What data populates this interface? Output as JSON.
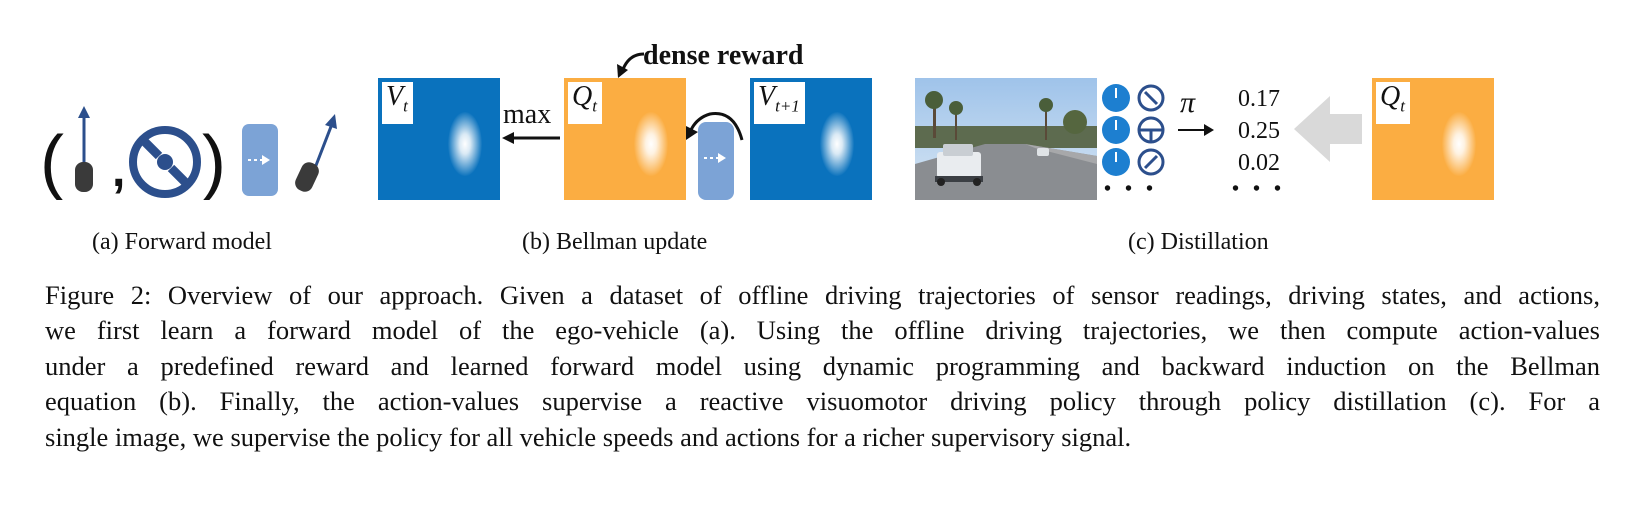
{
  "panels": {
    "a_label": "(a) Forward model",
    "b_label": "(b) Bellman update",
    "c_label": "(c) Distillation"
  },
  "bellman": {
    "dense_reward": "dense reward",
    "max_label": "max",
    "v_t": "V",
    "v_t_sub": "t",
    "q_t": "Q",
    "q_t_sub": "t",
    "v_t1": "V",
    "v_t1_sub": "t+1"
  },
  "distillation": {
    "pi_label": "π",
    "probs": [
      "0.17",
      "0.25",
      "0.02"
    ],
    "q_t": "Q",
    "q_t_sub": "t"
  },
  "colors": {
    "blue_map": "#0a72bd",
    "orange_map": "#fbad42",
    "icon_blue": "#2c4f8c",
    "model_box": "#7ca3d6",
    "arrow_gray": "#d9d9d9"
  },
  "caption": [
    "Figure 2: Overview of our approach. Given a dataset of offline driving trajectories of sensor readings, driving states, and actions,",
    "we first learn a forward model of the ego-vehicle (a). Using the offline driving trajectories, we then compute action-values",
    "under a predefined reward and learned forward model using dynamic programming and backward induction on the Bellman",
    "equation (b). Finally, the action-values supervise a reactive visuomotor driving policy through policy distillation (c). For a",
    "single image, we supervise the policy for all vehicle speeds and actions for a richer supervisory signal."
  ]
}
